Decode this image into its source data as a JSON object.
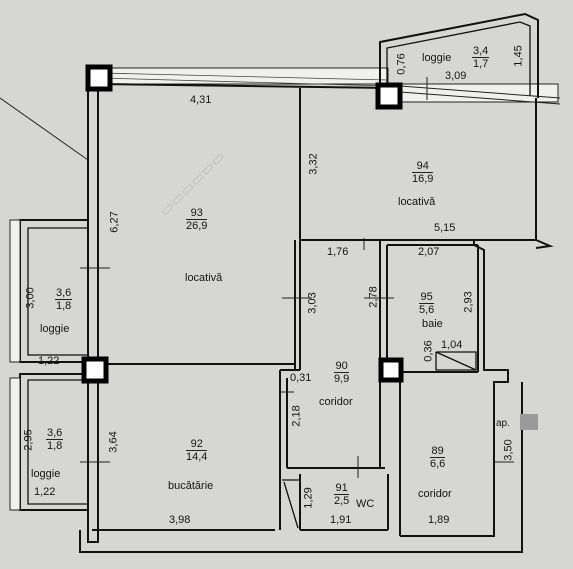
{
  "dimensions": {
    "top_main": "4,31",
    "left_main": "6,27",
    "top_loggie_small": "0,76",
    "loggie_len": "3,09",
    "right_loggie": "1,45",
    "loc94_left": "3,32",
    "loc94_bottom": "5,15",
    "corr_top": "1,76",
    "baie_top": "2,07",
    "loc93_right": "3,03",
    "corr_mid": "2,78",
    "baie_right": "2,93",
    "loggie_l1_h": "3,00",
    "loggie_l1_w": "1,22",
    "baie_small": "0,36",
    "baie_bottom": "1,04",
    "corr_small": "0,31",
    "corr_left": "2,18",
    "loggie_l2_h": "2,95",
    "loggie_l2_w": "1,22",
    "kitchen_left": "3,64",
    "corr89_right": "3,50",
    "wc_left": "1,29",
    "kitchen_bottom": "3,98",
    "wc_bottom": "1,91",
    "corr89_bottom": "1,89"
  },
  "rooms": {
    "r93": {
      "num": "93",
      "area": "26,9",
      "name": "locativă"
    },
    "r94": {
      "num": "94",
      "area": "16,9",
      "name": "locativă"
    },
    "r95": {
      "num": "95",
      "area": "5,6",
      "name": "baie"
    },
    "r90": {
      "num": "90",
      "area": "9,9",
      "name": "coridor"
    },
    "r92": {
      "num": "92",
      "area": "14,4",
      "name": "bucătărie"
    },
    "r91": {
      "num": "91",
      "area": "2,5",
      "name": "WC"
    },
    "r89": {
      "num": "89",
      "area": "6,6",
      "name": "coridor"
    },
    "loggie_top": {
      "num": "3,4",
      "area": "1,7",
      "name": "loggie"
    },
    "loggie_left1": {
      "num": "3,6",
      "area": "1,8",
      "name": "loggie"
    },
    "loggie_left2": {
      "num": "3,6",
      "area": "1,8",
      "name": "loggie"
    }
  },
  "apartment_tag": "ap."
}
